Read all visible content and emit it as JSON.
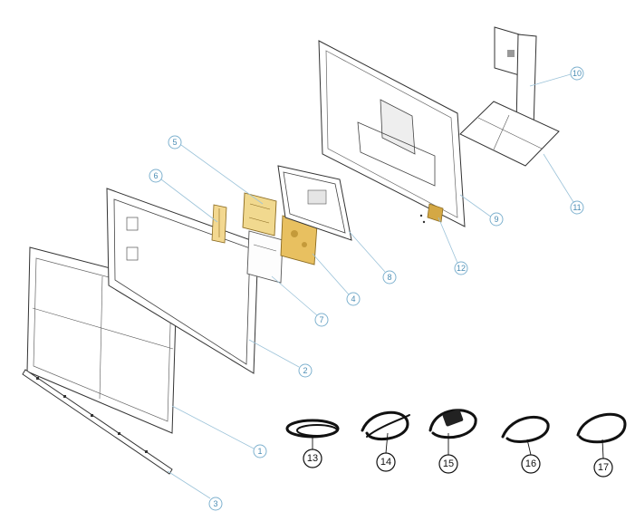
{
  "callouts": {
    "c1": "1",
    "c2": "2",
    "c3": "3",
    "c4": "4",
    "c5": "5",
    "c6": "6",
    "c7": "7",
    "c8": "8",
    "c9": "9",
    "c10": "10",
    "c11": "11",
    "c12": "12",
    "c13": "13",
    "c14": "14",
    "c15": "15",
    "c16": "16",
    "c17": "17"
  },
  "colors": {
    "blue_callout": "#4c8db4",
    "black_callout": "#111111",
    "pcb": "#e0b65a"
  }
}
